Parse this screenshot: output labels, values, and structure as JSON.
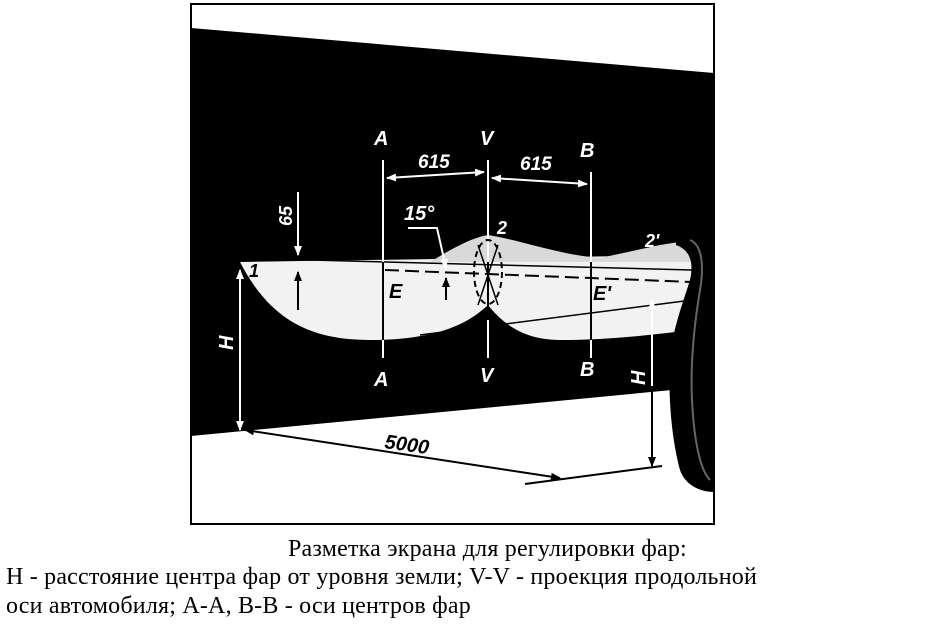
{
  "diagram": {
    "labels": {
      "axis_a_top": "A",
      "axis_a_bottom": "A",
      "axis_v_top": "V",
      "axis_v_bottom": "V",
      "axis_b_top": "B",
      "axis_b_bottom": "B",
      "dim_left": "615",
      "dim_right": "615",
      "dim_65": "65",
      "angle": "15°",
      "point_1": "1",
      "point_2": "2",
      "point_2prime": "2'",
      "point_e": "E",
      "point_e_prime": "E'",
      "height_left": "H",
      "height_right": "H",
      "distance": "5000"
    }
  },
  "caption": {
    "title": "Разметка экрана для регулировки фар:",
    "line1": "H - расстояние центра фар от уровня земли; V-V - проекция продольной",
    "line2": "оси автомобиля; A-A, B-B - оси центров фар"
  }
}
